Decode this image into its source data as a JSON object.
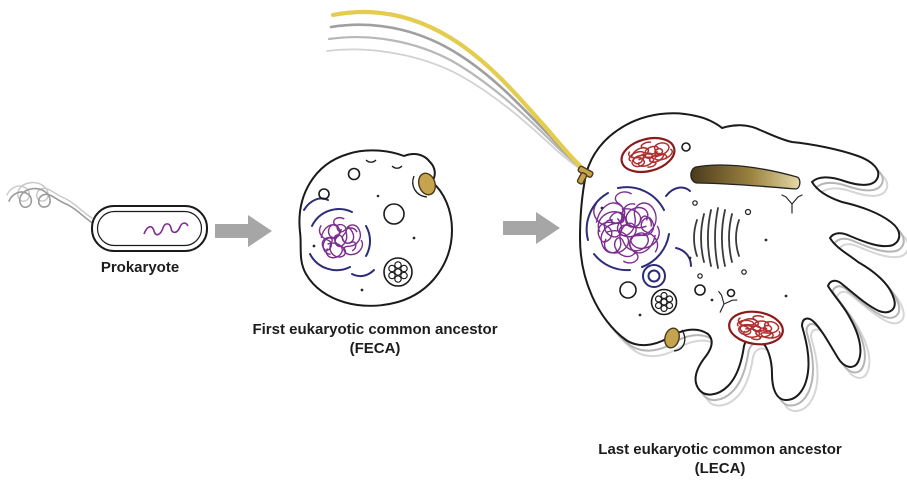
{
  "figure": {
    "stages": {
      "prokaryote": {
        "label": "Prokaryote"
      },
      "feca": {
        "label_line1": "First eukaryotic common ancestor",
        "label_line2": "(FECA)"
      },
      "leca": {
        "label_line1": "Last eukaryotic common ancestor",
        "label_line2": "(LECA)"
      }
    },
    "colors": {
      "dna_purple": "#7C2E8E",
      "envelope_blue": "#2C2C78",
      "mito_red": "#B03030",
      "mito_outline": "#8B1A1A",
      "flagellum_yellow": "#E3CC4E",
      "organelle_tan": "#C6A34F",
      "arrow_gray": "#A6A6A6",
      "echo_gray": "#B5B5B5",
      "outline_black": "#1A1A1A",
      "channel_dark": "#4A3A1C",
      "channel_mid": "#9A823F",
      "channel_light": "#E6D8A8"
    }
  }
}
